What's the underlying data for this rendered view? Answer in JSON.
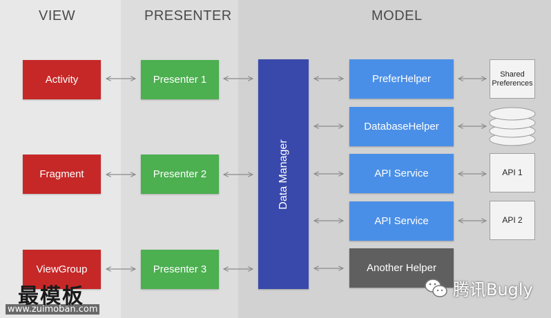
{
  "columns": {
    "view": "VIEW",
    "presenter": "PRESENTER",
    "model": "MODEL"
  },
  "view": [
    "Activity",
    "Fragment",
    "ViewGroup"
  ],
  "presenter": [
    "Presenter 1",
    "Presenter 2",
    "Presenter 3"
  ],
  "data_manager": "Data Manager",
  "helpers": [
    "PreferHelper",
    "DatabaseHelper",
    "API Service",
    "API Service",
    "Another Helper"
  ],
  "storage": {
    "shared_prefs": "Shared Preferences",
    "api1": "API 1",
    "api2": "API 2"
  },
  "watermark": {
    "site_cn": "最模板",
    "site_url": "www.zuimoban.com",
    "brand": "腾讯Bugly"
  },
  "colors": {
    "view": "#c62828",
    "presenter": "#4caf50",
    "data_manager": "#3949ab",
    "helper": "#4a8fe7",
    "another_helper": "#5f5f5f"
  }
}
